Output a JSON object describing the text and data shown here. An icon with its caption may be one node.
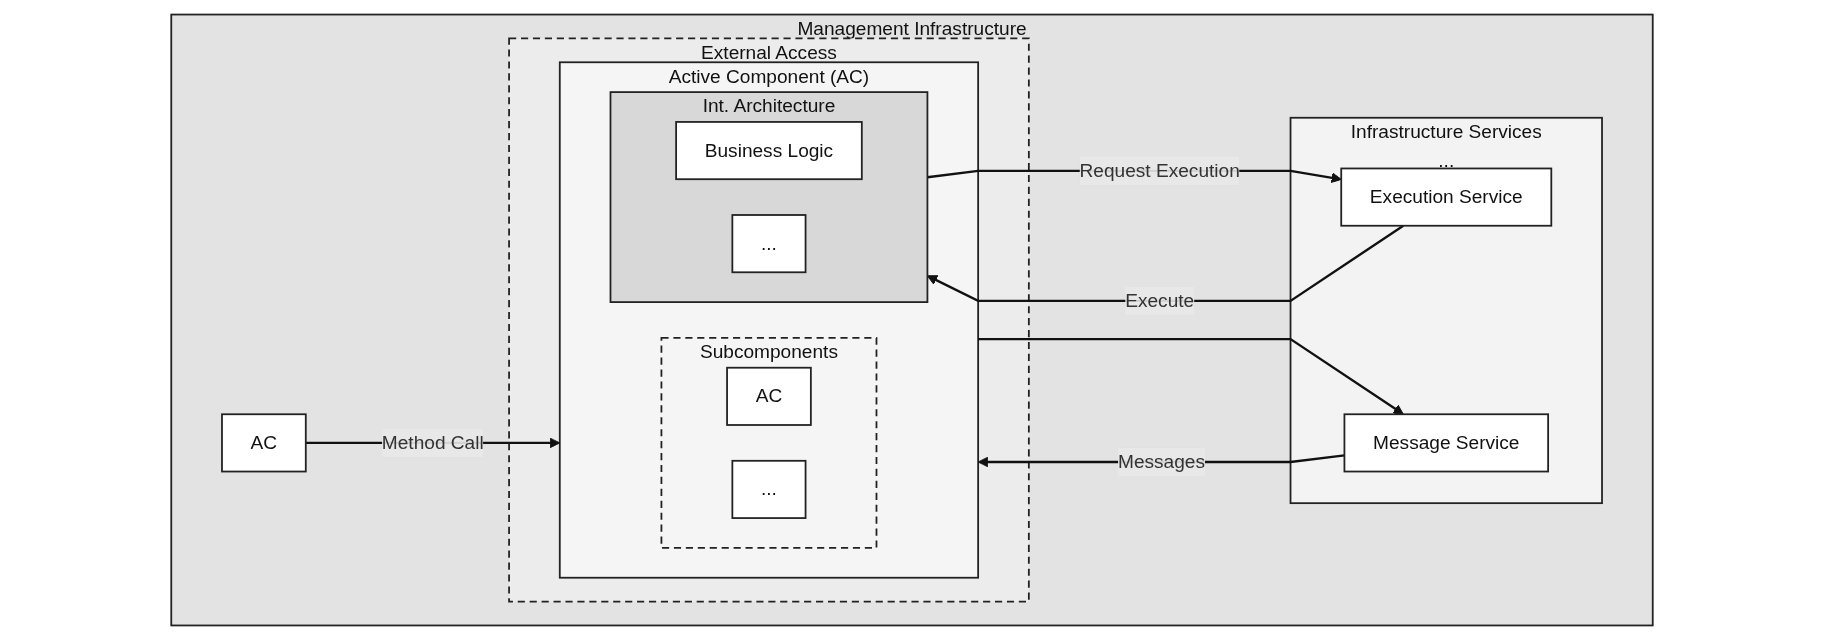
{
  "diagram": {
    "nodes": [
      {
        "text": [
          "Management Infrastructure"
        ]
      },
      {
        "text": [
          "Infrastructure Services",
          "..."
        ],
        "in": 0
      },
      {
        "text": [
          "Execution Service"
        ],
        "in": 1
      },
      {
        "text": [
          "Message Service"
        ],
        "in": 1
      },
      {
        "text": [
          "External Access"
        ],
        "in": 0
      },
      {
        "text": [
          "Active Component (AC)"
        ],
        "in": 4
      },
      {
        "text": [
          "Int. Architecture"
        ],
        "in": 5
      },
      {
        "text": [
          "Business Logic"
        ],
        "in": 6
      },
      {
        "text": [
          "..."
        ],
        "in": 6
      },
      {
        "text": [
          "Subcomponents"
        ],
        "in": 5
      },
      {
        "text": [
          "AC"
        ],
        "in": 9
      },
      {
        "text": [
          "..."
        ],
        "in": 9
      },
      {
        "text": [
          "AC"
        ],
        "in": 0
      }
    ],
    "edges": [
      {
        "from": 6,
        "to": 2,
        "arrow": "to",
        "label": "Request Execution"
      },
      {
        "from": 2,
        "to": 6,
        "arrow": "to",
        "label": "Execute"
      },
      {
        "from": 5,
        "to": 3,
        "arrow": "to"
      },
      {
        "from": 3,
        "to": 5,
        "arrow": "to",
        "label": "Messages"
      },
      {
        "from": 12,
        "to": 5,
        "arrow": "to",
        "label": "Method Call"
      }
    ]
  }
}
